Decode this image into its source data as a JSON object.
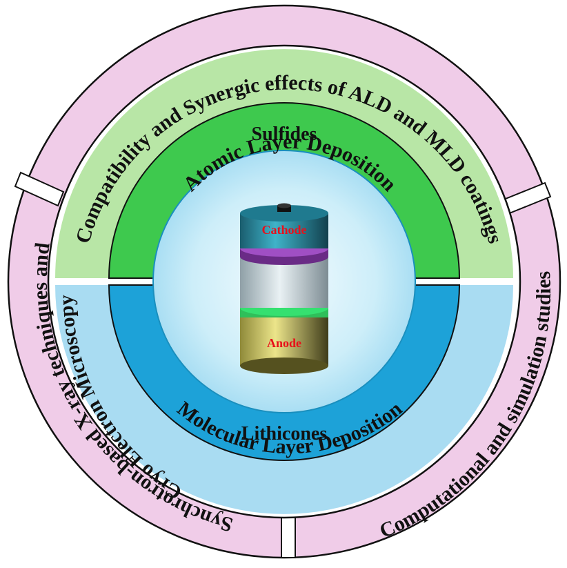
{
  "outer_ring": {
    "top": "Compatibility and Synergic effects of ALD and MLD coatings",
    "left_line1": "Synchrotron-based X-ray techniques and",
    "left_line2": "Cryo Electron Microscopy",
    "right": "Computational and simulation studies"
  },
  "middle_ring": {
    "top": "Atomic Layer Deposition",
    "bottom": "Molecular Layer Deposition"
  },
  "inner_ring": {
    "top": "Sulfides",
    "bottom": "Lithicones"
  },
  "battery": {
    "cathode": "Cathode",
    "anode": "Anode"
  },
  "colors": {
    "outer_ring": "#f0cce8",
    "ald_ring": "#b8e6a6",
    "sulfides_ring": "#3ec94e",
    "mld_ring": "#a9dcf2",
    "lithicones_ring": "#1da2d8",
    "core": "#ccecf7",
    "label_red": "#e8101a"
  }
}
